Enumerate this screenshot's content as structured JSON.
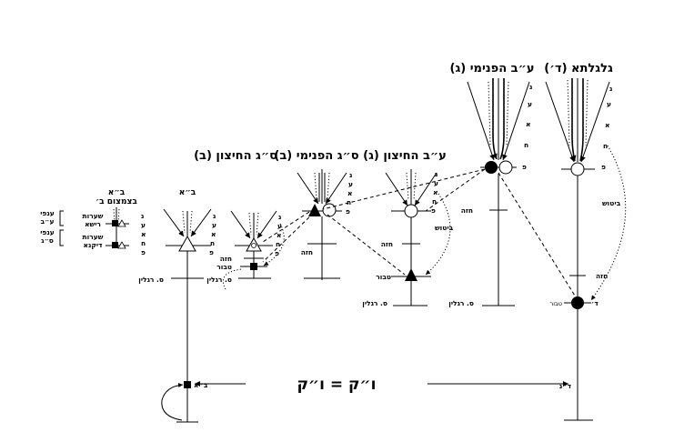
{
  "titles": {
    "galgalta": "גלגלתא (ד׳)",
    "ab_pnimi": "ע״ב הפנימי (ג)",
    "ab_hitzon": "ע״ב החיצון (ג)",
    "sag_pnimi": "ס״ג הפנימי (ב)",
    "sag_hitzon": "ס״ג החיצון (ב)",
    "bya": "ב״א",
    "bya_sub": "בצמצום ב׳"
  },
  "letters": [
    "נ",
    "ע",
    "א",
    "ח",
    "פ"
  ],
  "labels": {
    "bitush": "ביטוש",
    "chaze": "חזה",
    "tabur": "טבור",
    "sof_raglayim": "ס. רגלין",
    "dalet": "ד׳",
    "bya_point": "ב״א",
    "din": "ד״נ",
    "vak_eq": "ו״ק = ו״ק"
  },
  "brackets": {
    "anfei_ab": [
      "ענפי",
      "ע״ב"
    ],
    "anfei_sag": [
      "ענפי",
      "ס״ג"
    ],
    "searot_rosha": [
      "שערות",
      "רישא"
    ],
    "searot_dikna": [
      "שערות",
      "דיקנא"
    ]
  }
}
